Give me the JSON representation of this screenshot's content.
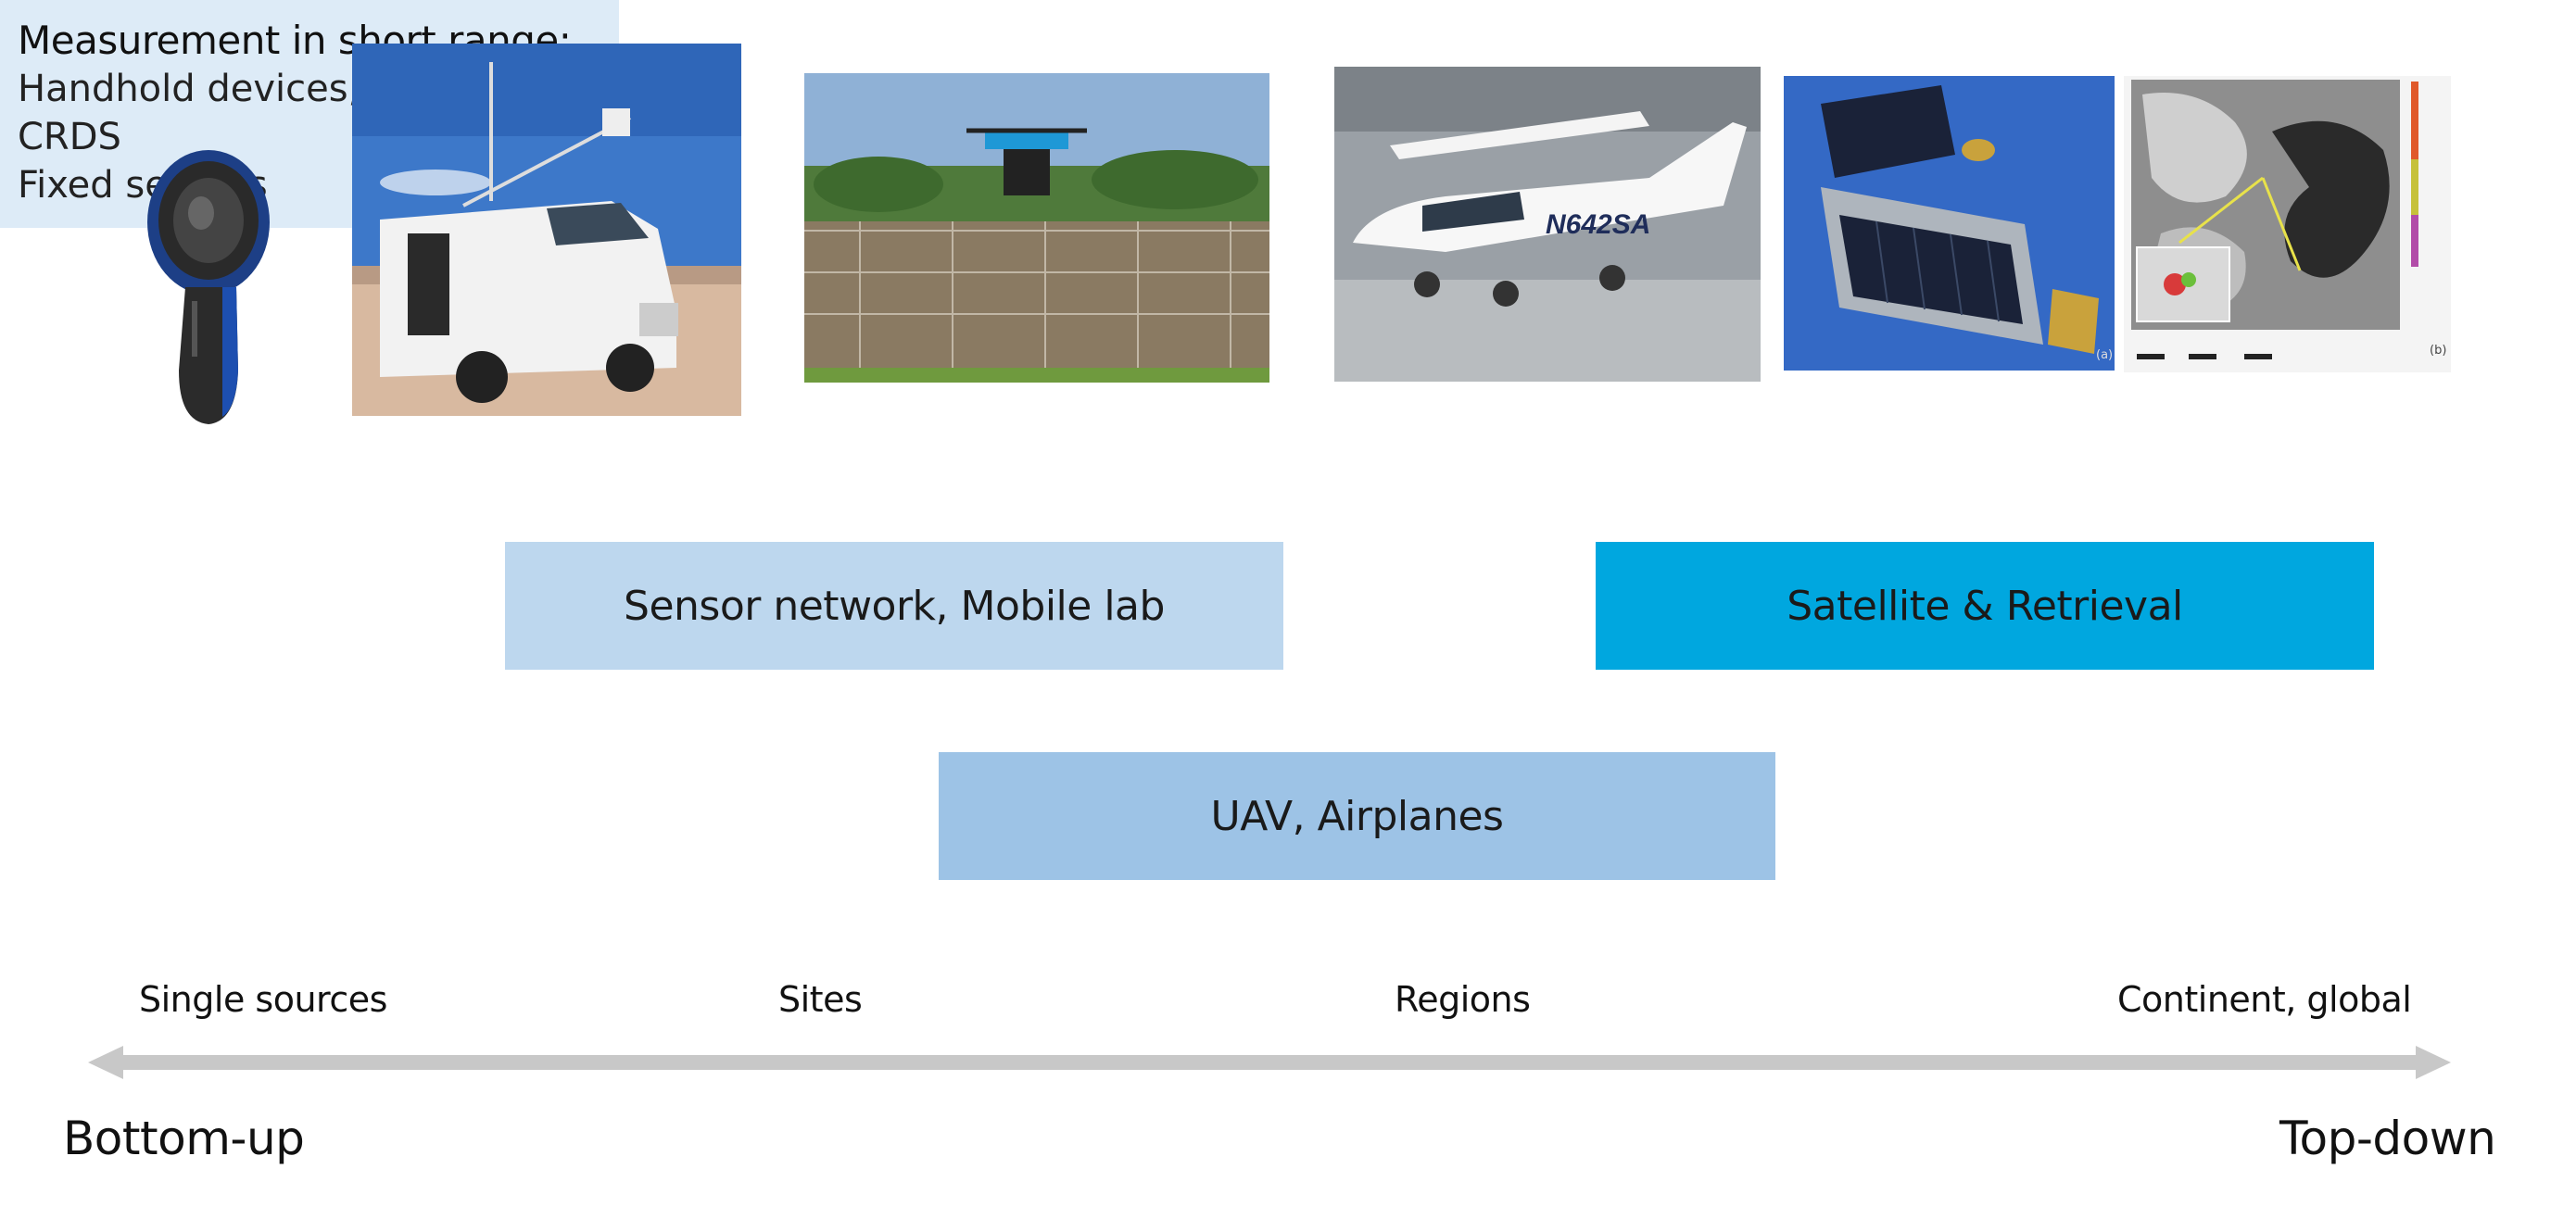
{
  "photos": {
    "handheld_device": "handheld-sensor-device",
    "mobile_lab_van": "mobile-lab-van",
    "uav_drone": "uav-drone-over-site",
    "airplane": "research-airplane",
    "satellite": "satellite-hardware",
    "retrieval_map": "satellite-retrieval-map",
    "airplane_tail_number": "N642SA",
    "map_panel_a": "(a)",
    "map_panel_b": "(b)"
  },
  "boxes": {
    "sensor_network": "Sensor network, Mobile lab",
    "satellite": "Satellite & Retrieval",
    "uav": "UAV, Airplanes",
    "measurement": {
      "title": "Measurement in short range:",
      "lines": [
        "Handhold devices,",
        "CRDS",
        "Fixed sensors"
      ]
    }
  },
  "scale": {
    "labels": [
      "Single sources",
      "Sites",
      "Regions",
      "Continent, global"
    ],
    "start": "Bottom-up",
    "end": "Top-down"
  },
  "colors": {
    "sensor_network": "#bdd7ee",
    "satellite": "#00a7df",
    "uav": "#9dc3e6",
    "measurement": "#ddebf7",
    "arrow": "#c8c8c8"
  }
}
